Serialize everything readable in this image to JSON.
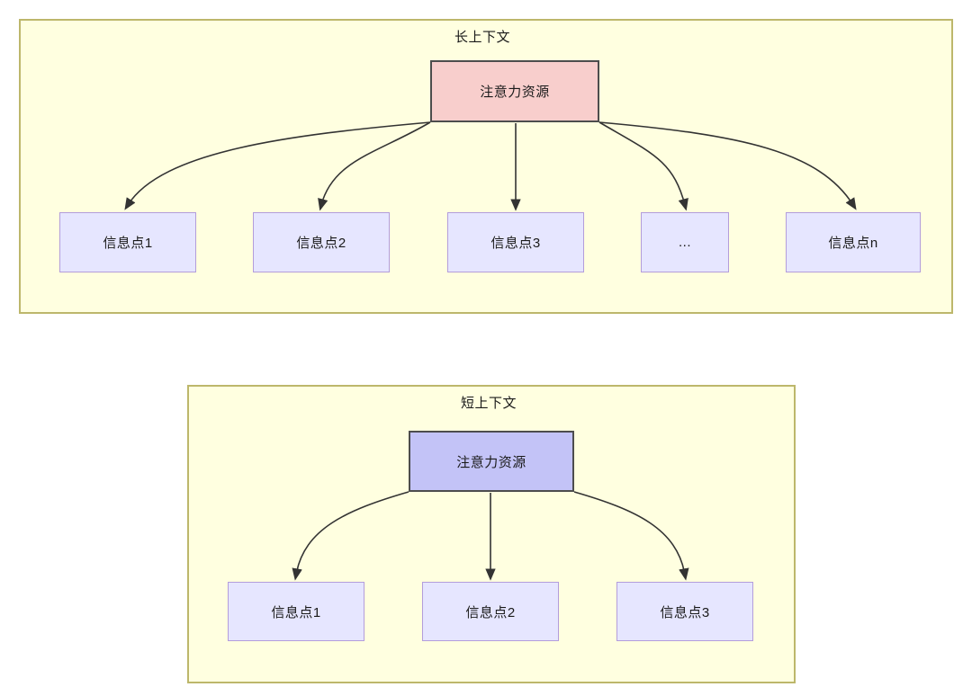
{
  "diagram": {
    "title_text_color": "#1a1a1a",
    "panel_fill": "#FFFFE0",
    "panel_border": "#BDB76B",
    "edge_color": "#333333",
    "panels": [
      {
        "id": "long-context",
        "title": "长上下文",
        "root": {
          "label": "注意力资源",
          "fill": "#F8CECC",
          "border": "#4d4d4d"
        },
        "children": [
          {
            "label": "信息点1",
            "fill": "#E6E6FF",
            "border": "#B39DDB"
          },
          {
            "label": "信息点2",
            "fill": "#E6E6FF",
            "border": "#B39DDB"
          },
          {
            "label": "信息点3",
            "fill": "#E6E6FF",
            "border": "#B39DDB"
          },
          {
            "label": "...",
            "fill": "#E6E6FF",
            "border": "#B39DDB"
          },
          {
            "label": "信息点n",
            "fill": "#E6E6FF",
            "border": "#B39DDB"
          }
        ]
      },
      {
        "id": "short-context",
        "title": "短上下文",
        "root": {
          "label": "注意力资源",
          "fill": "#C3C3F7",
          "border": "#4d4d4d"
        },
        "children": [
          {
            "label": "信息点1",
            "fill": "#E6E6FF",
            "border": "#B39DDB"
          },
          {
            "label": "信息点2",
            "fill": "#E6E6FF",
            "border": "#B39DDB"
          },
          {
            "label": "信息点3",
            "fill": "#E6E6FF",
            "border": "#B39DDB"
          }
        ]
      }
    ]
  }
}
